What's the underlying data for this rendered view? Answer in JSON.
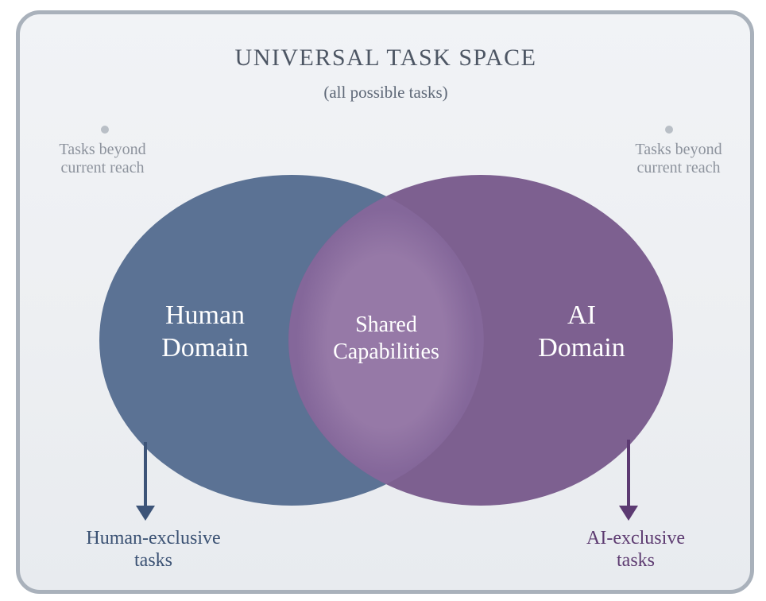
{
  "title": {
    "text": "UNIVERSAL TASK SPACE",
    "subtitle": "(all possible tasks)"
  },
  "annotations": {
    "left_beyond_reach": {
      "line1": "Tasks beyond",
      "line2": "current reach"
    },
    "right_beyond_reach": {
      "line1": "Tasks beyond",
      "line2": "current reach"
    },
    "text_color": "#8d939d",
    "dot_color": "#b9bfc6"
  },
  "venn": {
    "left_circle": {
      "label_line1": "Human",
      "label_line2": "Domain",
      "color": "#5b7294"
    },
    "right_circle": {
      "label_line1": "AI",
      "label_line2": "Domain",
      "color": "#7d6090"
    },
    "overlap": {
      "label_line1": "Shared",
      "label_line2": "Capabilities",
      "color": "#84679a",
      "inner_color": "#9679a7",
      "label_color": "#ffffff"
    }
  },
  "callouts": {
    "left": {
      "line1": "Human-exclusive",
      "line2": "tasks",
      "color": "#3a5173",
      "arrow_color": "#3d5478"
    },
    "right": {
      "line1": "AI-exclusive",
      "line2": "tasks",
      "color": "#5d3b71",
      "arrow_color": "#5c3a72"
    }
  },
  "frame": {
    "border_color": "#a9b1bb",
    "background": "#edeff2",
    "page_background": "#ffffff",
    "title_color": "#4d5664",
    "subtitle_color": "#5e6877"
  }
}
